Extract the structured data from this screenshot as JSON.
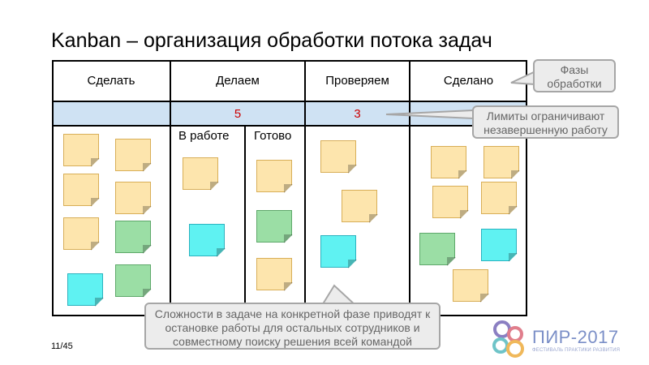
{
  "title": "Kanban – организация обработки потока задач",
  "columns": [
    {
      "label": "Сделать",
      "limit": ""
    },
    {
      "label": "Делаем",
      "limit": "5",
      "subcolumns": [
        "В работе",
        "Готово"
      ]
    },
    {
      "label": "Проверяем",
      "limit": "3"
    },
    {
      "label": "Сделано",
      "limit": ""
    }
  ],
  "callouts": {
    "phases": "Фазы обработки",
    "limits": "Лимиты ограничивают незавершенную работу",
    "blocking": "Сложности в задаче на конкретной фазе приводят к остановке работы для остальных сотрудников и совместному поиску решения всей командой"
  },
  "colors": {
    "yellow": "#fde5ad",
    "green": "#9bdea5",
    "cyan": "#5ff2f2",
    "limit_row": "#cfe2f3",
    "limit_text": "#cc0000"
  },
  "page_number": "11/45",
  "logo": {
    "name": "ПИР-2017",
    "tagline": "ФЕСТИВАЛЬ ПРАКТИКИ РАЗВИТИЯ"
  }
}
